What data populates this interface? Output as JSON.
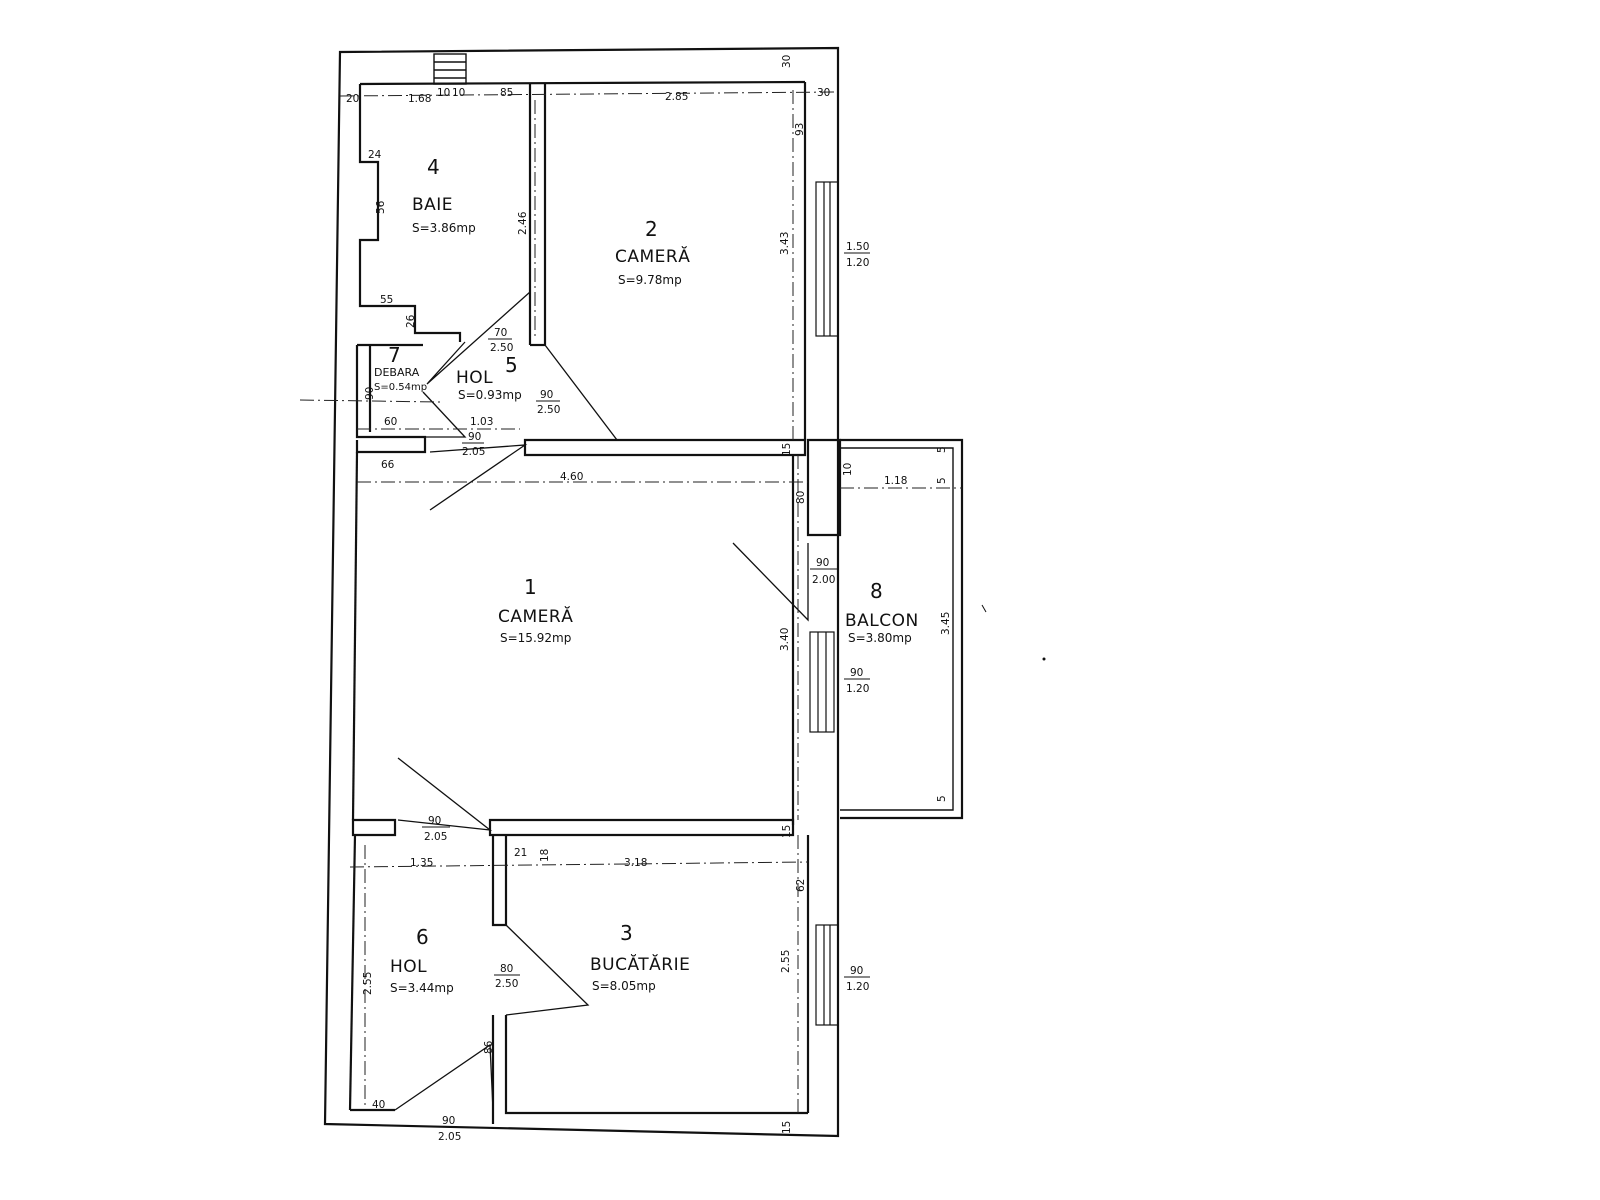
{
  "rooms": {
    "camera1": {
      "number": "1",
      "name": "CAMERĂ",
      "area": "S=15.92mp"
    },
    "camera2": {
      "number": "2",
      "name": "CAMERĂ",
      "area": "S=9.78mp"
    },
    "bucatarie": {
      "number": "3",
      "name": "BUCĂTĂRIE",
      "area": "S=8.05mp"
    },
    "baie": {
      "number": "4",
      "name": "BAIE",
      "area": "S=3.86mp"
    },
    "hol5": {
      "number": "5",
      "name": "HOL",
      "area": "S=0.93mp"
    },
    "hol6": {
      "number": "6",
      "name": "HOL",
      "area": "S=3.44mp"
    },
    "debara": {
      "number": "7",
      "name": "DEBARA",
      "area": "S=0.54mp"
    },
    "balcon": {
      "number": "8",
      "name": "BALCON",
      "area": "S=3.80mp"
    }
  },
  "dimensions": {
    "top_20": "20",
    "top_168": "1.68",
    "top_10a": "10",
    "top_10b": "10",
    "top_85": "85",
    "top_285": "2.85",
    "top_30a": "30",
    "top_30b": "30",
    "baie_24": "24",
    "baie_56": "56",
    "baie_55": "55",
    "baie_26": "26",
    "baie_246": "2.46",
    "cam2_93": "93",
    "cam2_343": "3.43",
    "win_top": "1.50",
    "win_top_b": "1.20",
    "door_hol5_top": "70",
    "door_hol5_bot": "2.50",
    "door_cam2_top": "90",
    "door_cam2_bot": "2.50",
    "debara_90": "90",
    "debara_60": "60",
    "hol5_103": "1.03",
    "door_deb_top": "90",
    "door_deb_bot": "2.05",
    "d66": "66",
    "d460": "4.60",
    "d15a": "15",
    "d80": "80",
    "bal_10": "10",
    "bal_118": "1.18",
    "bal_5a": "5",
    "bal_5b": "5",
    "bal_5c": "5",
    "bal_345": "3.45",
    "door_bal_top": "90",
    "door_bal_bot": "2.00",
    "cam1_340": "3.40",
    "win_bal_top": "90",
    "win_bal_bot": "1.20",
    "door_cam1_top": "90",
    "door_cam1_bot": "2.05",
    "d15b": "15",
    "d135": "1.35",
    "d21": "21",
    "d18": "18",
    "d318": "3.18",
    "d62": "62",
    "hol6_255": "2.55",
    "buc_255": "2.55",
    "door_buc_top": "80",
    "door_buc_bot": "2.50",
    "win_buc_top": "90",
    "win_buc_bot": "1.20",
    "d86": "86",
    "d40": "40",
    "d15c": "15",
    "door_ent_top": "90",
    "door_ent_bot": "2.05"
  }
}
